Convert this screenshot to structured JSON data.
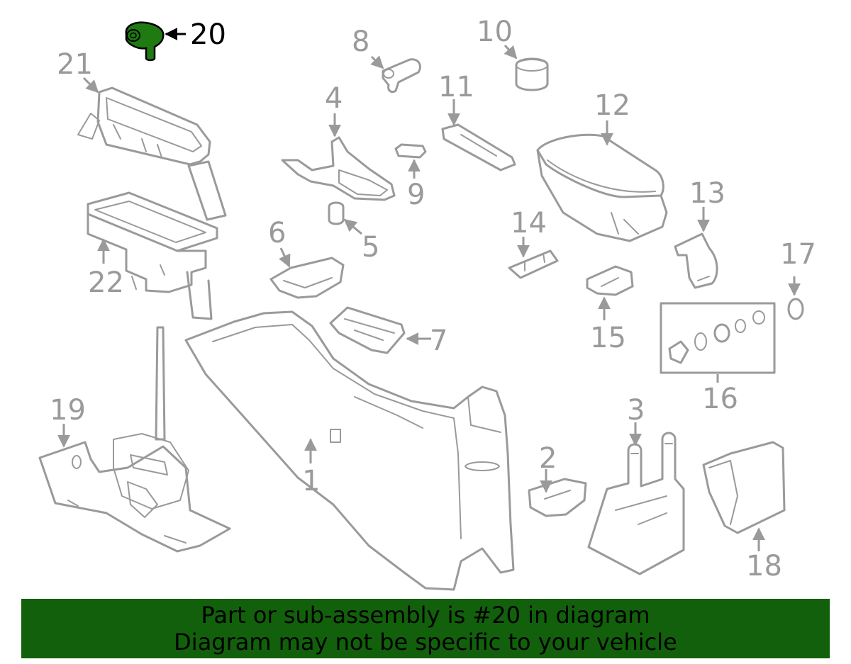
{
  "colors": {
    "highlight_part": "#1f7a12",
    "banner_bg": "#12600c",
    "line": "#9a9a9a",
    "label_highlight": "#000000"
  },
  "callouts": {
    "c1": "1",
    "c2": "2",
    "c3": "3",
    "c4": "4",
    "c5": "5",
    "c6": "6",
    "c7": "7",
    "c8": "8",
    "c9": "9",
    "c10": "10",
    "c11": "11",
    "c12": "12",
    "c13": "13",
    "c14": "14",
    "c15": "15",
    "c16": "16",
    "c17": "17",
    "c18": "18",
    "c19": "19",
    "c20": "20",
    "c21": "21",
    "c22": "22"
  },
  "highlighted_part": "20",
  "banner": {
    "line1": "Part or sub-assembly is #20 in diagram",
    "line2": "Diagram may not be specific to your vehicle"
  }
}
